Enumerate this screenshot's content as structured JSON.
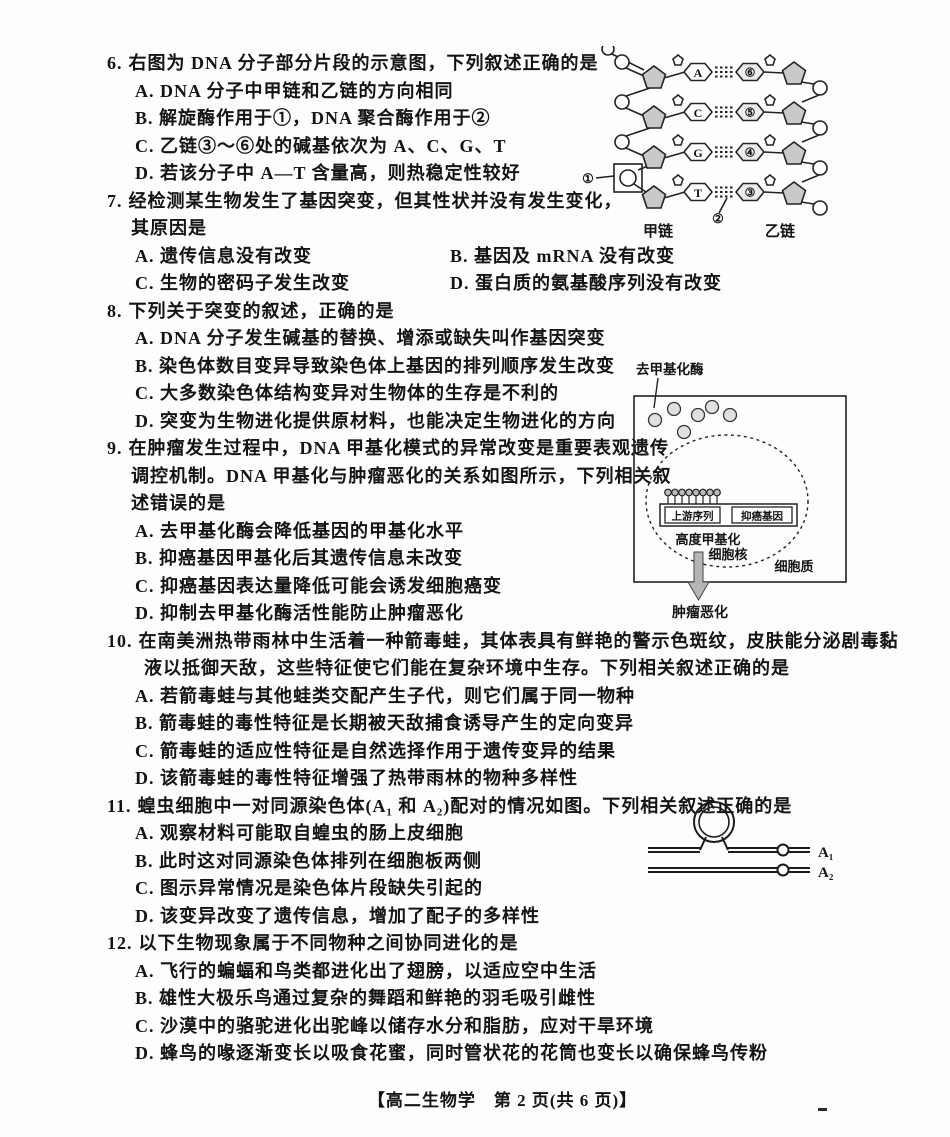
{
  "page": {
    "footer": "【高二生物学　第 2 页(共 6 页)】"
  },
  "questions": [
    {
      "number": "6.",
      "stem_lines": [
        "右图为 DNA 分子部分片段的示意图，下列叙述正确的是"
      ],
      "options": [
        "A. DNA 分子中甲链和乙链的方向相同",
        "B. 解旋酶作用于①，DNA 聚合酶作用于②",
        "C. 乙链③～⑥处的碱基依次为 A、C、G、T",
        "D. 若该分子中 A—T 含量高，则热稳定性较好"
      ]
    },
    {
      "number": "7.",
      "stem_lines": [
        "经检测某生物发生了基因突变，但其性状并没有发生变化，",
        "其原因是"
      ],
      "options": [
        "A. 遗传信息没有改变",
        "B. 基因及 mRNA 没有改变",
        "C. 生物的密码子发生改变",
        "D. 蛋白质的氨基酸序列没有改变"
      ]
    },
    {
      "number": "8.",
      "stem_lines": [
        "下列关于突变的叙述，正确的是"
      ],
      "options": [
        "A. DNA 分子发生碱基的替换、增添或缺失叫作基因突变",
        "B. 染色体数目变异导致染色体上基因的排列顺序发生改变",
        "C. 大多数染色体结构变异对生物体的生存是不利的",
        "D. 突变为生物进化提供原材料，也能决定生物进化的方向"
      ]
    },
    {
      "number": "9.",
      "stem_lines": [
        "在肿瘤发生过程中，DNA 甲基化模式的异常改变是重要表观遗传",
        "调控机制。DNA 甲基化与肿瘤恶化的关系如图所示，下列相关叙",
        "述错误的是"
      ],
      "options": [
        "A. 去甲基化酶会降低基因的甲基化水平",
        "B. 抑癌基因甲基化后其遗传信息未改变",
        "C. 抑癌基因表达量降低可能会诱发细胞癌变",
        "D. 抑制去甲基化酶活性能防止肿瘤恶化"
      ]
    },
    {
      "number": "10.",
      "stem_lines": [
        "在南美洲热带雨林中生活着一种箭毒蛙，其体表具有鲜艳的警示色斑纹，皮肤能分泌剧毒黏",
        "液以抵御天敌，这些特征使它们能在复杂环境中生存。下列相关叙述正确的是"
      ],
      "options": [
        "A. 若箭毒蛙与其他蛙类交配产生子代，则它们属于同一物种",
        "B. 箭毒蛙的毒性特征是长期被天敌捕食诱导产生的定向变异",
        "C. 箭毒蛙的适应性特征是自然选择作用于遗传变异的结果",
        "D. 该箭毒蛙的毒性特征增强了热带雨林的物种多样性"
      ]
    },
    {
      "number": "11.",
      "stem_lines": [
        "蝗虫细胞中一对同源染色体(A₁ 和 A₂)配对的情况如图。下列相关叙述正确的是"
      ],
      "options": [
        "A. 观察材料可能取自蝗虫的肠上皮细胞",
        "B. 此时这对同源染色体排列在细胞板两侧",
        "C. 图示异常情况是染色体片段缺失引起的",
        "D. 该变异改变了遗传信息，增加了配子的多样性"
      ]
    },
    {
      "number": "12.",
      "stem_lines": [
        "以下生物现象属于不同物种之间协同进化的是"
      ],
      "options": [
        "A. 飞行的蝙蝠和鸟类都进化出了翅膀，以适应空中生活",
        "B. 雄性大极乐鸟通过复杂的舞蹈和鲜艳的羽毛吸引雌性",
        "C. 沙漠中的骆驼进化出驼峰以储存水分和脂肪，应对干旱环境",
        "D. 蜂鸟的喙逐渐变长以吸食花蜜，同时管状花的花筒也变长以确保蜂鸟传粉"
      ]
    }
  ],
  "diagrams": {
    "dna": {
      "marker_1": "①",
      "marker_2": "②",
      "strand_left_label": "甲链",
      "strand_right_label": "乙链",
      "base_pairs": [
        {
          "left": "A",
          "right": "⑥"
        },
        {
          "left": "C",
          "right": "⑤"
        },
        {
          "left": "G",
          "right": "④"
        },
        {
          "left": "T",
          "right": "③"
        }
      ]
    },
    "methylation": {
      "enzyme_label": "去甲基化酶",
      "upstream_label": "上游序列",
      "suppressor_label": "抑癌基因",
      "methylation_label": "高度甲基化",
      "nucleus_label": "细胞核",
      "cytoplasm_label": "细胞质",
      "outcome_label": "肿瘤恶化"
    },
    "chromosome": {
      "label_a1": "A₁",
      "label_a2": "A₂"
    }
  }
}
